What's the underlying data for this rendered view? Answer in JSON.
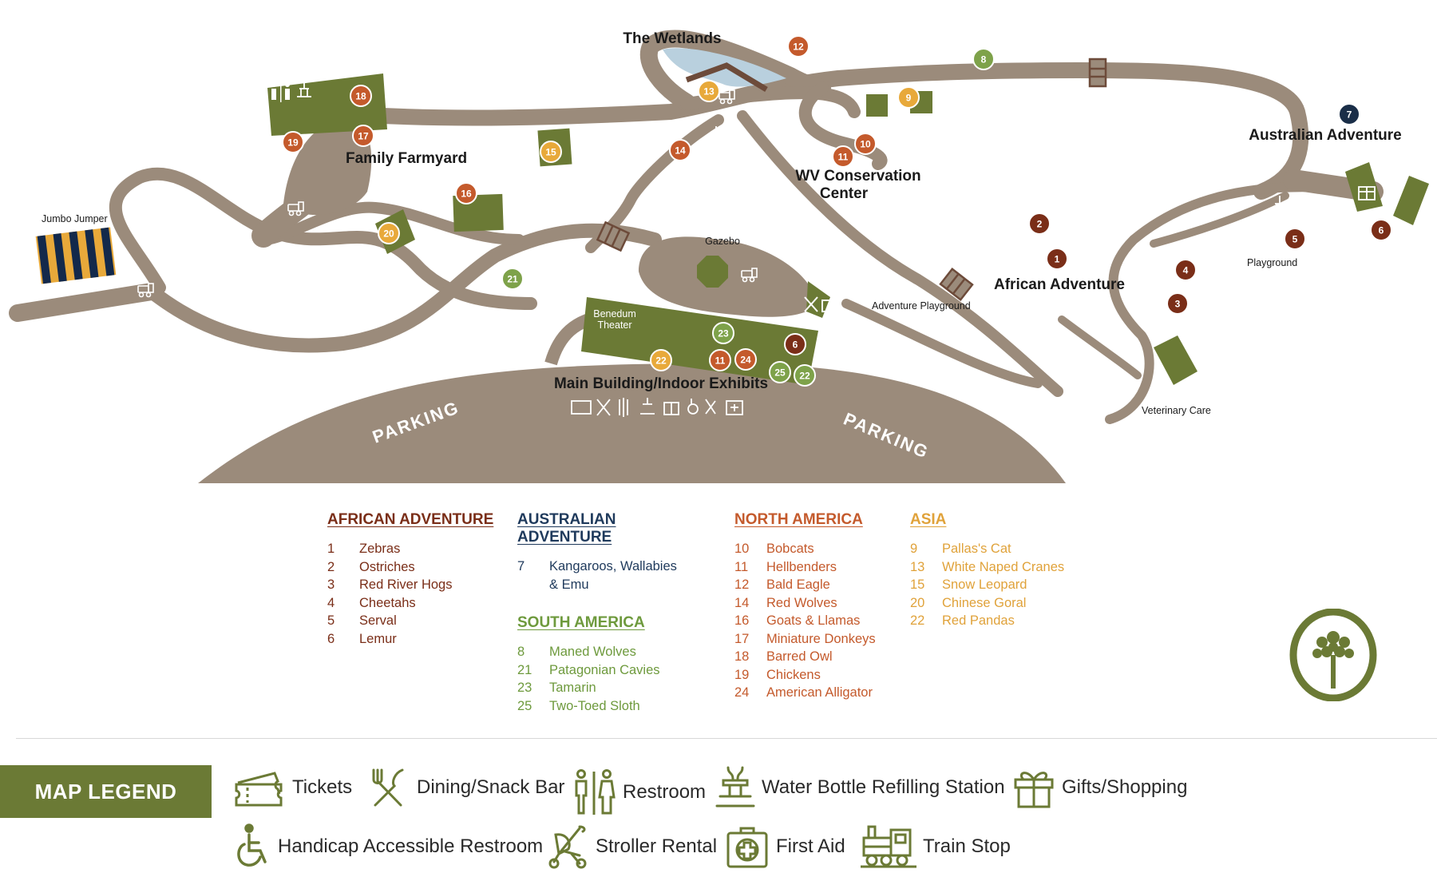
{
  "map": {
    "area_labels": {
      "wetlands": "The Wetlands",
      "family_farmyard": "Family Farmyard",
      "wv_conservation_line1": "WV Conservation",
      "wv_conservation_line2": "Center",
      "australian_adventure": "Australian Adventure",
      "african_adventure": "African Adventure",
      "main_building": "Main Building/Indoor Exhibits",
      "jumbo_jumper": "Jumbo Jumper",
      "gazebo": "Gazebo",
      "benedum_line1": "Benedum",
      "benedum_line2": "Theater",
      "adventure_playground": "Adventure Playground",
      "playground": "Playground",
      "veterinary_care": "Veterinary Care",
      "parking_left": "PARKING",
      "parking_right": "PARKING"
    },
    "markers": [
      {
        "num": "12",
        "region": "north_america"
      },
      {
        "num": "13",
        "region": "asia"
      },
      {
        "num": "8",
        "region": "south_america"
      },
      {
        "num": "9",
        "region": "asia"
      },
      {
        "num": "18",
        "region": "north_america"
      },
      {
        "num": "17",
        "region": "north_america"
      },
      {
        "num": "19",
        "region": "north_america"
      },
      {
        "num": "15",
        "region": "asia"
      },
      {
        "num": "14",
        "region": "north_america"
      },
      {
        "num": "10",
        "region": "north_america"
      },
      {
        "num": "11",
        "region": "north_america"
      },
      {
        "num": "7",
        "region": "australian_adventure"
      },
      {
        "num": "16",
        "region": "north_america"
      },
      {
        "num": "20",
        "region": "asia"
      },
      {
        "num": "21",
        "region": "south_america"
      },
      {
        "num": "2",
        "region": "african_adventure"
      },
      {
        "num": "1",
        "region": "african_adventure"
      },
      {
        "num": "5",
        "region": "african_adventure"
      },
      {
        "num": "6",
        "region": "african_adventure"
      },
      {
        "num": "4",
        "region": "african_adventure"
      },
      {
        "num": "3",
        "region": "african_adventure"
      },
      {
        "num": "23",
        "region": "south_america"
      },
      {
        "num": "6",
        "region": "african_adventure"
      },
      {
        "num": "22",
        "region": "asia"
      },
      {
        "num": "11",
        "region": "north_america"
      },
      {
        "num": "24",
        "region": "north_america"
      },
      {
        "num": "25",
        "region": "south_america"
      },
      {
        "num": "22",
        "region": "south_america"
      }
    ]
  },
  "regions": {
    "african_adventure": {
      "title": "AFRICAN ADVENTURE",
      "color": "#7a2e18",
      "items": [
        {
          "num": "1",
          "name": "Zebras"
        },
        {
          "num": "2",
          "name": "Ostriches"
        },
        {
          "num": "3",
          "name": "Red River Hogs"
        },
        {
          "num": "4",
          "name": "Cheetahs"
        },
        {
          "num": "5",
          "name": "Serval"
        },
        {
          "num": "6",
          "name": "Lemur"
        }
      ]
    },
    "australian_adventure": {
      "title": "AUSTRALIAN ADVENTURE",
      "color": "#1f3a5c",
      "items": [
        {
          "num": "7",
          "name": "Kangaroos, Wallabies",
          "name2": "& Emu"
        }
      ]
    },
    "south_america": {
      "title": "SOUTH AMERICA",
      "color": "#6e9a3d",
      "items": [
        {
          "num": "8",
          "name": "Maned Wolves"
        },
        {
          "num": "21",
          "name": "Patagonian Cavies"
        },
        {
          "num": "23",
          "name": "Tamarin"
        },
        {
          "num": "25",
          "name": "Two-Toed Sloth"
        }
      ]
    },
    "north_america": {
      "title": "NORTH AMERICA",
      "color": "#c45a2c",
      "items": [
        {
          "num": "10",
          "name": "Bobcats"
        },
        {
          "num": "11",
          "name": "Hellbenders"
        },
        {
          "num": "12",
          "name": "Bald Eagle"
        },
        {
          "num": "14",
          "name": "Red Wolves"
        },
        {
          "num": "16",
          "name": "Goats & Llamas"
        },
        {
          "num": "17",
          "name": "Miniature Donkeys"
        },
        {
          "num": "18",
          "name": "Barred Owl"
        },
        {
          "num": "19",
          "name": "Chickens"
        },
        {
          "num": "24",
          "name": "American Alligator"
        }
      ]
    },
    "asia": {
      "title": "ASIA",
      "color": "#e0a23a",
      "items": [
        {
          "num": "9",
          "name": "Pallas's Cat"
        },
        {
          "num": "13",
          "name": "White Naped Cranes"
        },
        {
          "num": "15",
          "name": "Snow Leopard"
        },
        {
          "num": "20",
          "name": "Chinese Goral"
        },
        {
          "num": "22",
          "name": "Red Pandas"
        }
      ]
    }
  },
  "legend": {
    "title": "MAP LEGEND",
    "items": [
      {
        "icon": "ticket-icon",
        "label": "Tickets"
      },
      {
        "icon": "dining-icon",
        "label": "Dining/Snack Bar"
      },
      {
        "icon": "restroom-icon",
        "label": "Restroom"
      },
      {
        "icon": "water-bottle-refill-icon",
        "label": "Water Bottle Refilling Station"
      },
      {
        "icon": "gift-icon",
        "label": "Gifts/Shopping"
      },
      {
        "icon": "wheelchair-icon",
        "label": "Handicap Accessible Restroom"
      },
      {
        "icon": "stroller-icon",
        "label": "Stroller Rental"
      },
      {
        "icon": "first-aid-icon",
        "label": "First Aid"
      },
      {
        "icon": "train-icon",
        "label": "Train Stop"
      }
    ]
  },
  "colors": {
    "path": "#9b8b7b",
    "exhibit_green": "#6b7a35",
    "water": "#b9d0de",
    "jumbo_navy": "#13294b",
    "jumbo_gold": "#e8a93a",
    "african_marker": "#7a2e18",
    "north_america_marker": "#c45a2c",
    "asia_marker": "#e8a93a",
    "south_america_marker": "#7ea24a",
    "australian_marker": "#1a2e48"
  }
}
